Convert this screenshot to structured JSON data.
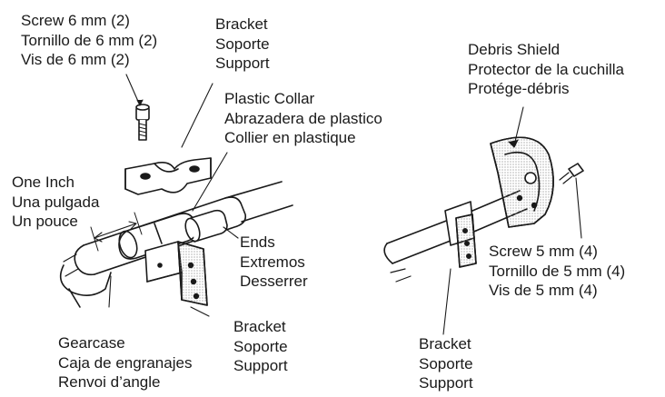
{
  "labels": {
    "screw6": [
      "Screw 6 mm (2)",
      "Tornillo de 6 mm (2)",
      "Vis de 6 mm (2)"
    ],
    "bracket_top": [
      "Bracket",
      "Soporte",
      "Support"
    ],
    "plastic_collar": [
      "Plastic Collar",
      "Abrazadera de plastico",
      "Collier en plastique"
    ],
    "one_inch": [
      "One Inch",
      "Una pulgada",
      "Un pouce"
    ],
    "ends": [
      "Ends",
      "Extremos",
      "Desserrer"
    ],
    "gearcase": [
      "Gearcase",
      "Caja de engranajes",
      "Renvoi d’angle"
    ],
    "bracket_bottom": [
      "Bracket",
      "Soporte",
      "Support"
    ],
    "debris_shield": [
      "Debris Shield",
      "Protector de la cuchilla",
      "Protége-débris"
    ],
    "screw5": [
      "Screw 5 mm (4)",
      "Tornillo de 5 mm (4)",
      "Vis de 5 mm (4)"
    ],
    "bracket_right": [
      "Bracket",
      "Soporte",
      "Support"
    ]
  }
}
